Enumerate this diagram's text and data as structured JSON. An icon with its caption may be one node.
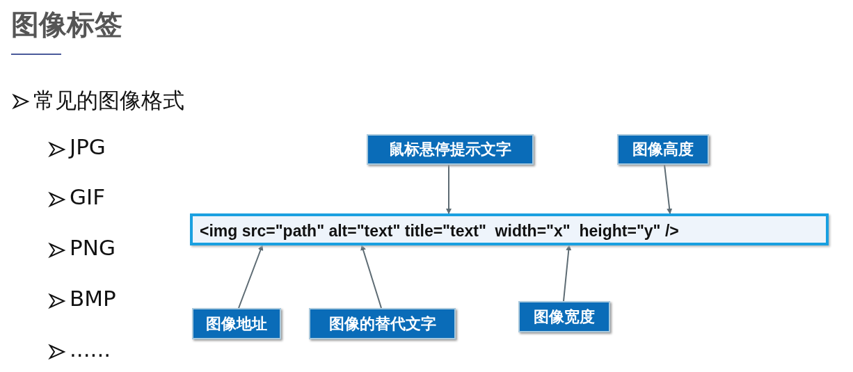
{
  "diagram": {
    "title": "图像标签",
    "nodes": [
      {
        "text": [
          "<img src=\"path\" alt=\"text\" title=\"text\"  width=\"x\"  height=\"y\" />"
        ]
      },
      {
        "text": [
          "鼠标悬停提示文字"
        ]
      },
      {
        "text": [
          "图像高度"
        ]
      },
      {
        "text": [
          "图像地址"
        ]
      },
      {
        "text": [
          "图像的替代文字"
        ]
      },
      {
        "text": [
          "图像宽度"
        ]
      }
    ],
    "edges": [
      {
        "from": 1,
        "to": 0,
        "arrow": "to"
      },
      {
        "from": 2,
        "to": 0,
        "arrow": "to"
      },
      {
        "from": 3,
        "to": 0,
        "arrow": "to"
      },
      {
        "from": 4,
        "to": 0,
        "arrow": "to"
      },
      {
        "from": 5,
        "to": 0,
        "arrow": "to"
      }
    ],
    "labels": [
      "常见的图像格式",
      "JPG",
      "GIF",
      "PNG",
      "BMP",
      "......"
    ]
  }
}
